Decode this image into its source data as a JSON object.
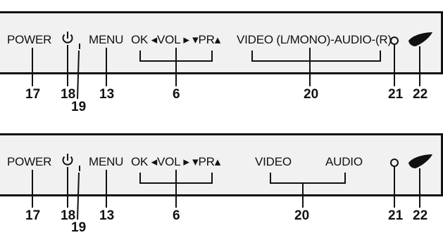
{
  "top_panel": {
    "power": "POWER",
    "menu": "MENU",
    "controls": "OK ◂VOL ▸ ▾PR▴",
    "av": "VIDEO (L/MONO)-AUDIO-(R)",
    "callouts": {
      "power": "17",
      "standby": "18",
      "indicator": "19",
      "menu": "13",
      "controls": "6",
      "av": "20",
      "headphone": "21",
      "ir": "22"
    }
  },
  "bottom_panel": {
    "power": "POWER",
    "menu": "MENU",
    "controls": "OK ◂VOL ▸ ▾PR▴",
    "video": "VIDEO",
    "audio": "AUDIO",
    "callouts": {
      "power": "17",
      "standby": "18",
      "indicator": "19",
      "menu": "13",
      "controls": "6",
      "av": "20",
      "headphone": "21",
      "ir": "22"
    }
  }
}
